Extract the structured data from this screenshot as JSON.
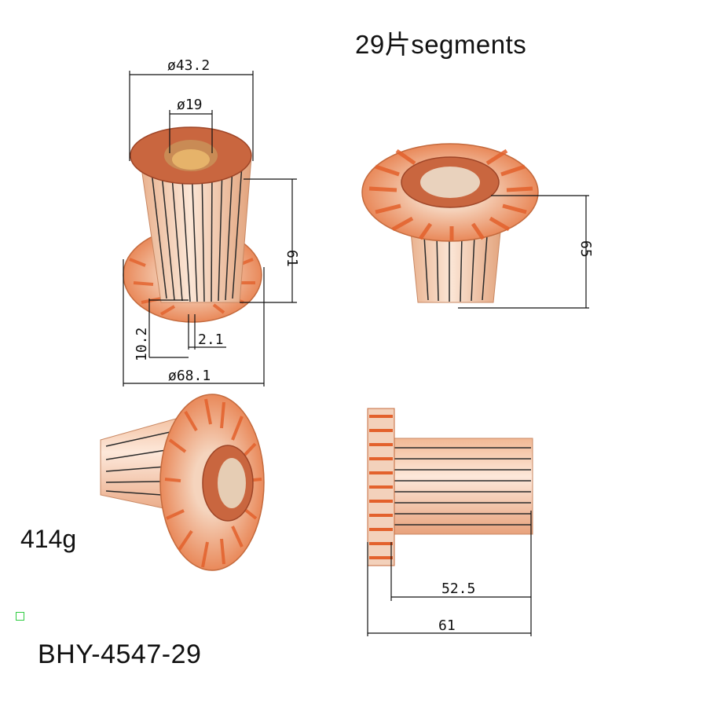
{
  "header": {
    "segments": "29片segments"
  },
  "specs": {
    "weight": "414g",
    "model": "BHY-4547-29"
  },
  "dimensions": {
    "outer_top": "ø43.2",
    "bore": "ø19",
    "height_barrel": "61",
    "height_total": "65",
    "riser": "10.2",
    "slot": "2.1",
    "outer_riser": "ø68.1",
    "barrel_length": "52.5",
    "total_length": "61"
  },
  "colors": {
    "copper": "#e07a4a",
    "copper_light": "#f3c7aa",
    "mica": "#2a2a2a",
    "bore": "#c98b55"
  }
}
